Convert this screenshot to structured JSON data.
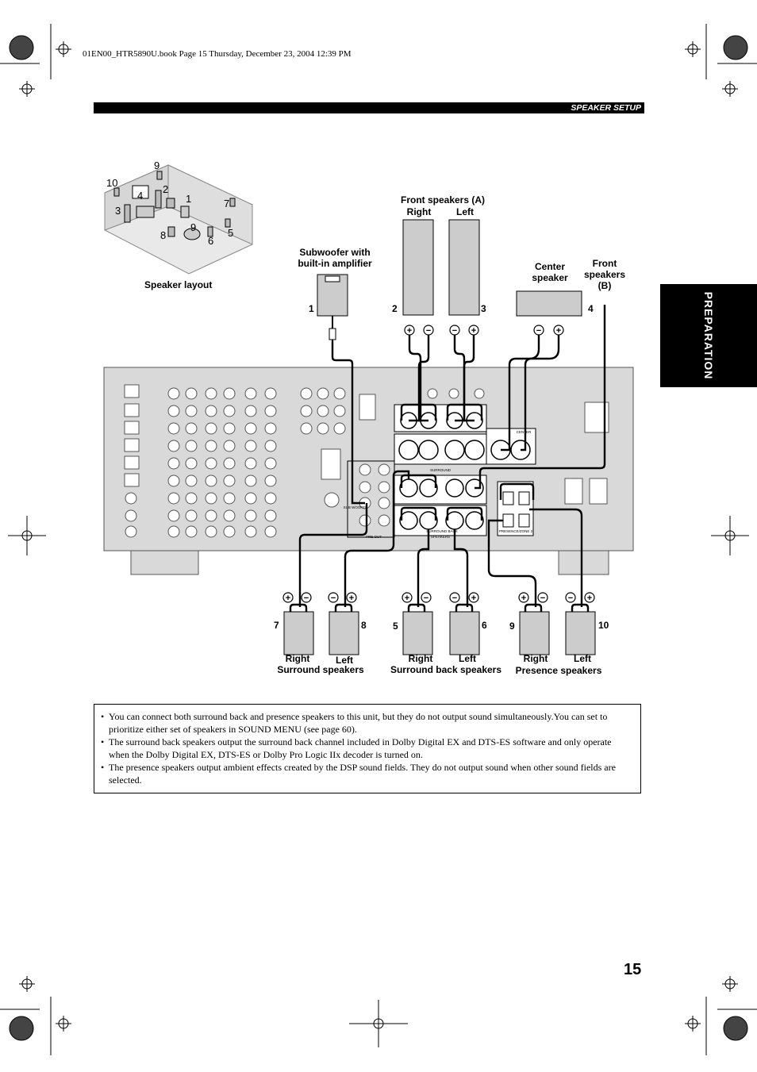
{
  "header": {
    "file_info": "01EN00_HTR5890U.book  Page 15  Thursday, December 23, 2004  12:39 PM",
    "section": "SPEAKER SETUP"
  },
  "side_tab": "PREPARATION",
  "layout": {
    "caption": "Speaker layout",
    "numbers": [
      "1",
      "2",
      "3",
      "4",
      "5",
      "6",
      "7",
      "8",
      "9",
      "10"
    ]
  },
  "speakers_top": {
    "subwoofer": "Subwoofer with built-in amplifier",
    "front_a": "Front speakers (A)",
    "right": "Right",
    "left": "Left",
    "center": "Center speaker",
    "front_b": "Front speakers (B)",
    "nums": [
      "1",
      "2",
      "3",
      "4"
    ]
  },
  "speakers_bottom": {
    "right": "Right",
    "left": "Left",
    "surround": "Surround speakers",
    "surround_back": "Surround back speakers",
    "presence": "Presence speakers",
    "nums": [
      "7",
      "8",
      "5",
      "6",
      "9",
      "10"
    ]
  },
  "receiver_labels": {
    "center": "CENTER",
    "surround": "SURROUND",
    "surround_back": "SURROUND BACK",
    "speakers": "SPEAKERS",
    "presence": "PRESENCE/ZONE 2",
    "pre_out": "PRE OUT",
    "subwoofer": "SUB WOOFER"
  },
  "notes": [
    "You can connect both surround back and presence speakers to this unit, but they do not output sound simultaneously.You can set to prioritize either set of speakers in SOUND MENU (see page 60).",
    "The surround back speakers output the surround back channel included in Dolby Digital EX and DTS-ES software and only operate when the Dolby Digital EX, DTS-ES or Dolby Pro Logic IIx decoder is turned on.",
    "The presence speakers output ambient effects created by the DSP sound fields. They do not output sound when other sound fields are selected."
  ],
  "page_number": "15"
}
